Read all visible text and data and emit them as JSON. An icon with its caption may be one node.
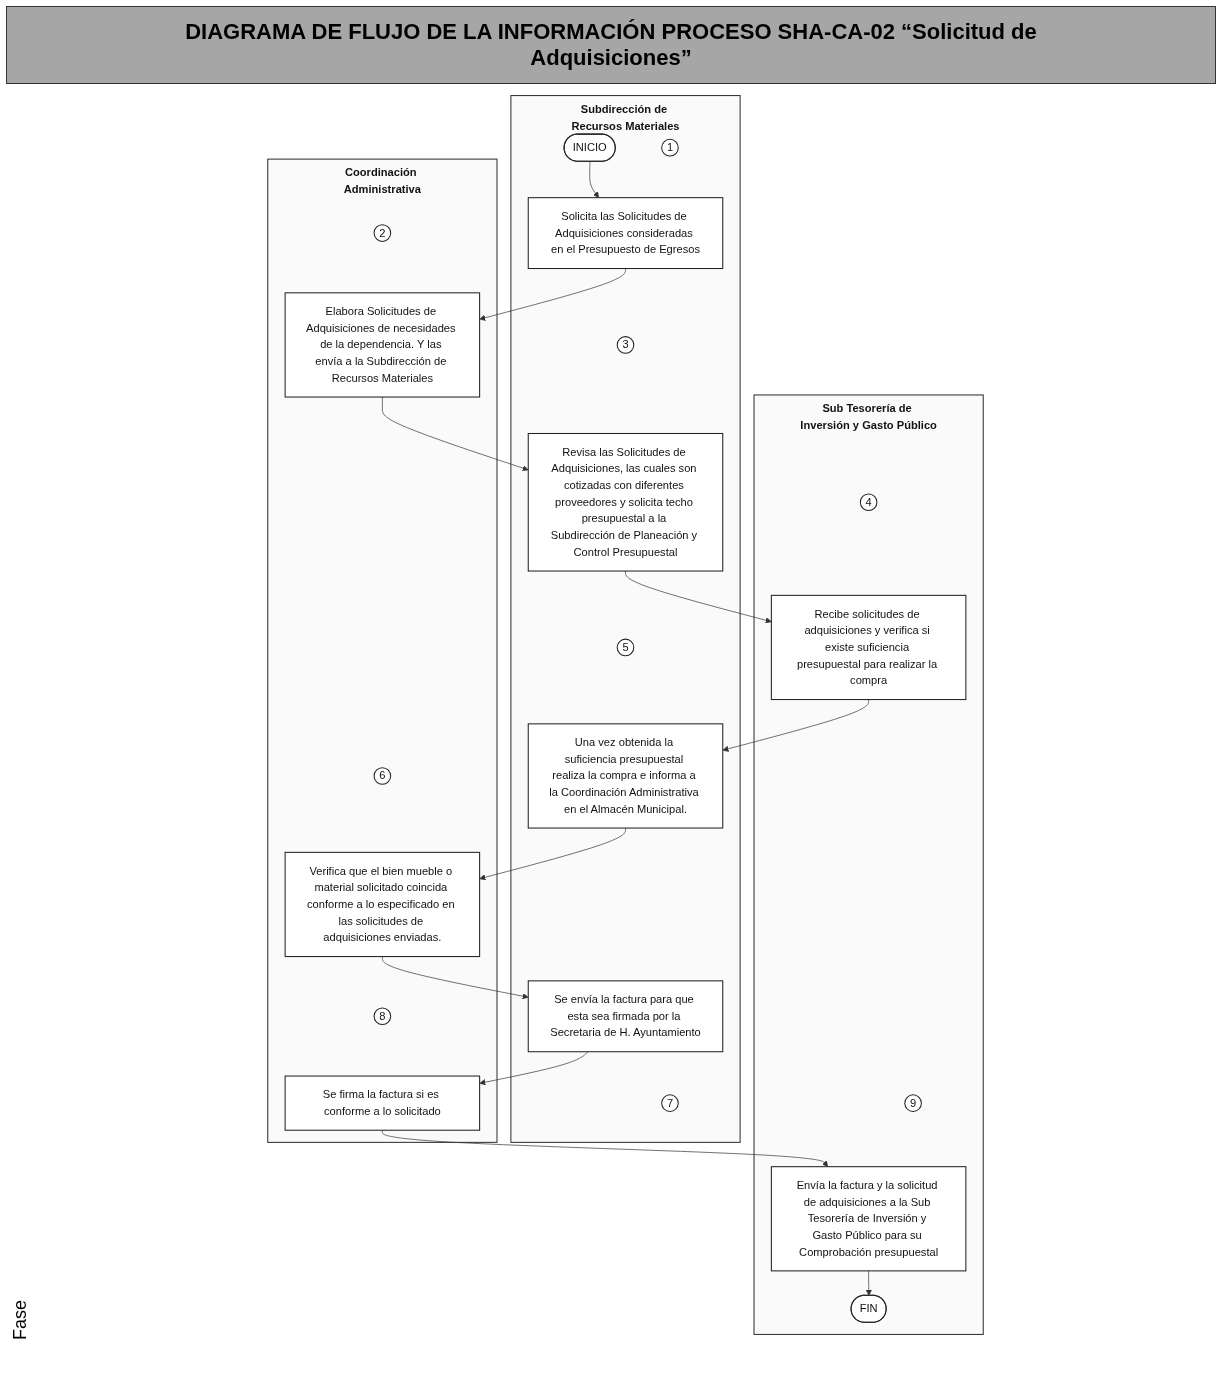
{
  "diagram": {
    "title": "DIAGRAMA DE FLUJO DE LA INFORMACIÓN PROCESO SHA-CA-02 “Solicitud de Adquisiciones”",
    "nodes": [
      {
        "text": [
          "Subdirección de Recursos Materiales"
        ]
      },
      {
        "text": [
          "Coordinación Administrativa"
        ]
      },
      {
        "text": [
          "Sub Tesorería de Inversión y Gasto Público"
        ]
      },
      {
        "text": [
          "INICIO"
        ],
        "in": 0
      },
      {
        "text": [
          "2"
        ],
        "in": 1
      },
      {
        "text": [
          "1"
        ],
        "in": 0
      },
      {
        "text": [
          "Solicita las Solicitudes de Adquisiciones consideradas en el Presupuesto de Egresos"
        ],
        "in": 0
      },
      {
        "text": [
          "Elabora Solicitudes de Adquisiciones de necesidades de la dependencia. Y las envía a la Subdirección de Recursos Materiales"
        ],
        "in": 1
      },
      {
        "text": [
          "3"
        ],
        "in": 0
      },
      {
        "text": [
          "4"
        ],
        "in": 2
      },
      {
        "text": [
          "Revisa las Solicitudes de Adquisiciones, las cuales son cotizadas con diferentes proveedores y solicita techo presupuestal a la Subdirección de Planeación y Control Presupuestal"
        ],
        "in": 0
      },
      {
        "text": [
          "Recibe solicitudes de adquisiciones y verifica si existe suficiencia presupuestal para realizar la compra"
        ],
        "in": 2
      },
      {
        "text": [
          "5"
        ],
        "in": 0
      },
      {
        "text": [
          "6"
        ],
        "in": 1
      },
      {
        "text": [
          "9"
        ],
        "in": 2
      },
      {
        "text": [
          "Una vez obtenida la suficiencia presupuestal realiza la compra e informa a la Coordinación Administrativa en el Almacén Municipal."
        ],
        "in": 0
      },
      {
        "text": [
          "Verifica que el bien mueble o material solicitado coincida conforme a lo especificado en las solicitudes de adquisiciones enviadas."
        ],
        "in": 1
      },
      {
        "text": [
          "Envía la factura y la solicitud de adquisiciones a la Sub Tesorería de Inversión y Gasto Público para su Comprobación presupuestal"
        ],
        "in": 2
      },
      {
        "text": [
          "8"
        ],
        "in": 1
      },
      {
        "text": [
          "Se envía la factura para que esta sea firmada por la Secretaria de H. Ayuntamiento"
        ],
        "in": 0
      },
      {
        "text": [
          "Se firma la factura si es conforme a lo solicitado"
        ],
        "in": 1
      },
      {
        "text": [
          "7"
        ],
        "in": 0
      },
      {
        "text": [
          "FIN"
        ],
        "in": 2
      }
    ],
    "edges": [
      {
        "from": 3,
        "to": 6,
        "arrow": "to"
      },
      {
        "from": 6,
        "to": 7,
        "arrow": "to"
      },
      {
        "from": 7,
        "to": 10,
        "arrow": "to"
      },
      {
        "from": 10,
        "to": 11,
        "arrow": "to"
      },
      {
        "from": 11,
        "to": 15,
        "arrow": "to"
      },
      {
        "from": 15,
        "to": 16,
        "arrow": "to"
      },
      {
        "from": 16,
        "to": 19,
        "arrow": "to"
      },
      {
        "from": 19,
        "to": 20,
        "arrow": "to"
      },
      {
        "from": 20,
        "to": 17,
        "arrow": "to"
      },
      {
        "from": 17,
        "to": 22,
        "arrow": "to"
      }
    ],
    "labels": [
      "Fase"
    ]
  }
}
